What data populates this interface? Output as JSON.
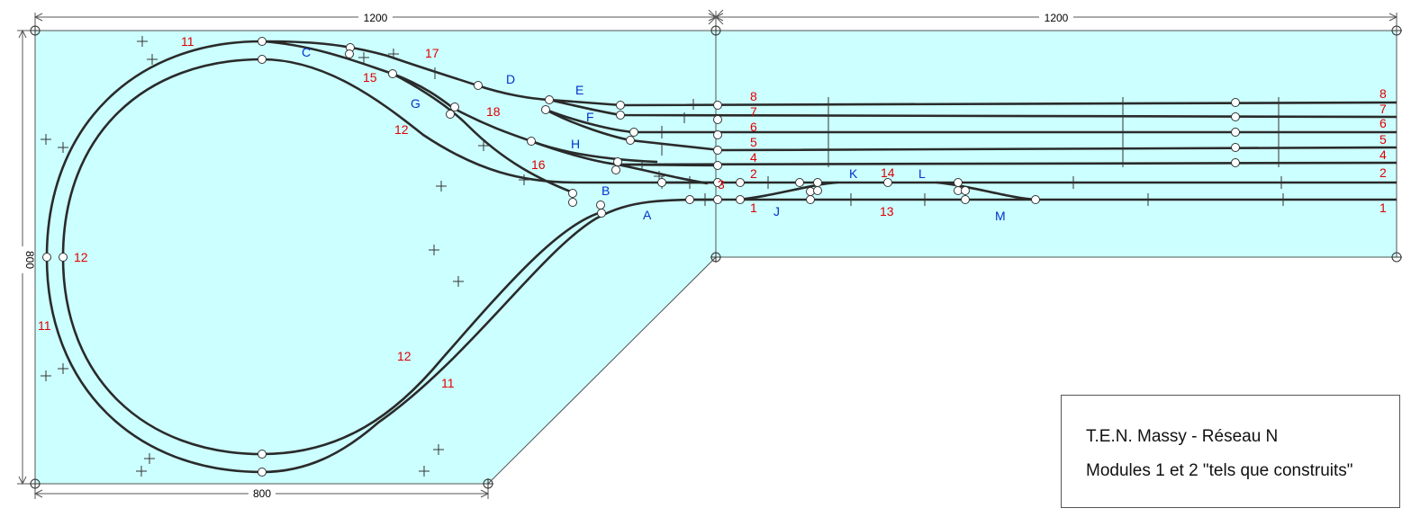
{
  "dimensions": {
    "top_left": "1200",
    "top_right": "1200",
    "left": "800",
    "bottom": "800"
  },
  "red_labels": {
    "l11_top": "11",
    "l17": "17",
    "l15": "15",
    "l18": "18",
    "l12_mid": "12",
    "l16": "16",
    "l12_left": "12",
    "l11_left": "11",
    "l12_low": "12",
    "l11_low": "11",
    "l8": "8",
    "l7": "7",
    "l6": "6",
    "l5": "5",
    "l4": "4",
    "l3": "3",
    "l2": "2",
    "l1": "1",
    "l14": "14",
    "l13": "13",
    "r8": "8",
    "r7": "7",
    "r6": "6",
    "r5": "5",
    "r4": "4",
    "r2": "2",
    "r1": "1"
  },
  "blue_labels": {
    "C": "C",
    "D": "D",
    "E": "E",
    "F": "F",
    "G": "G",
    "H": "H",
    "B": "B",
    "A": "A",
    "J": "J",
    "K": "K",
    "L": "L",
    "M": "M"
  },
  "title": {
    "line1": "T.E.N. Massy - Réseau N",
    "line2": "Modules 1 et 2 \"tels que construits\""
  }
}
